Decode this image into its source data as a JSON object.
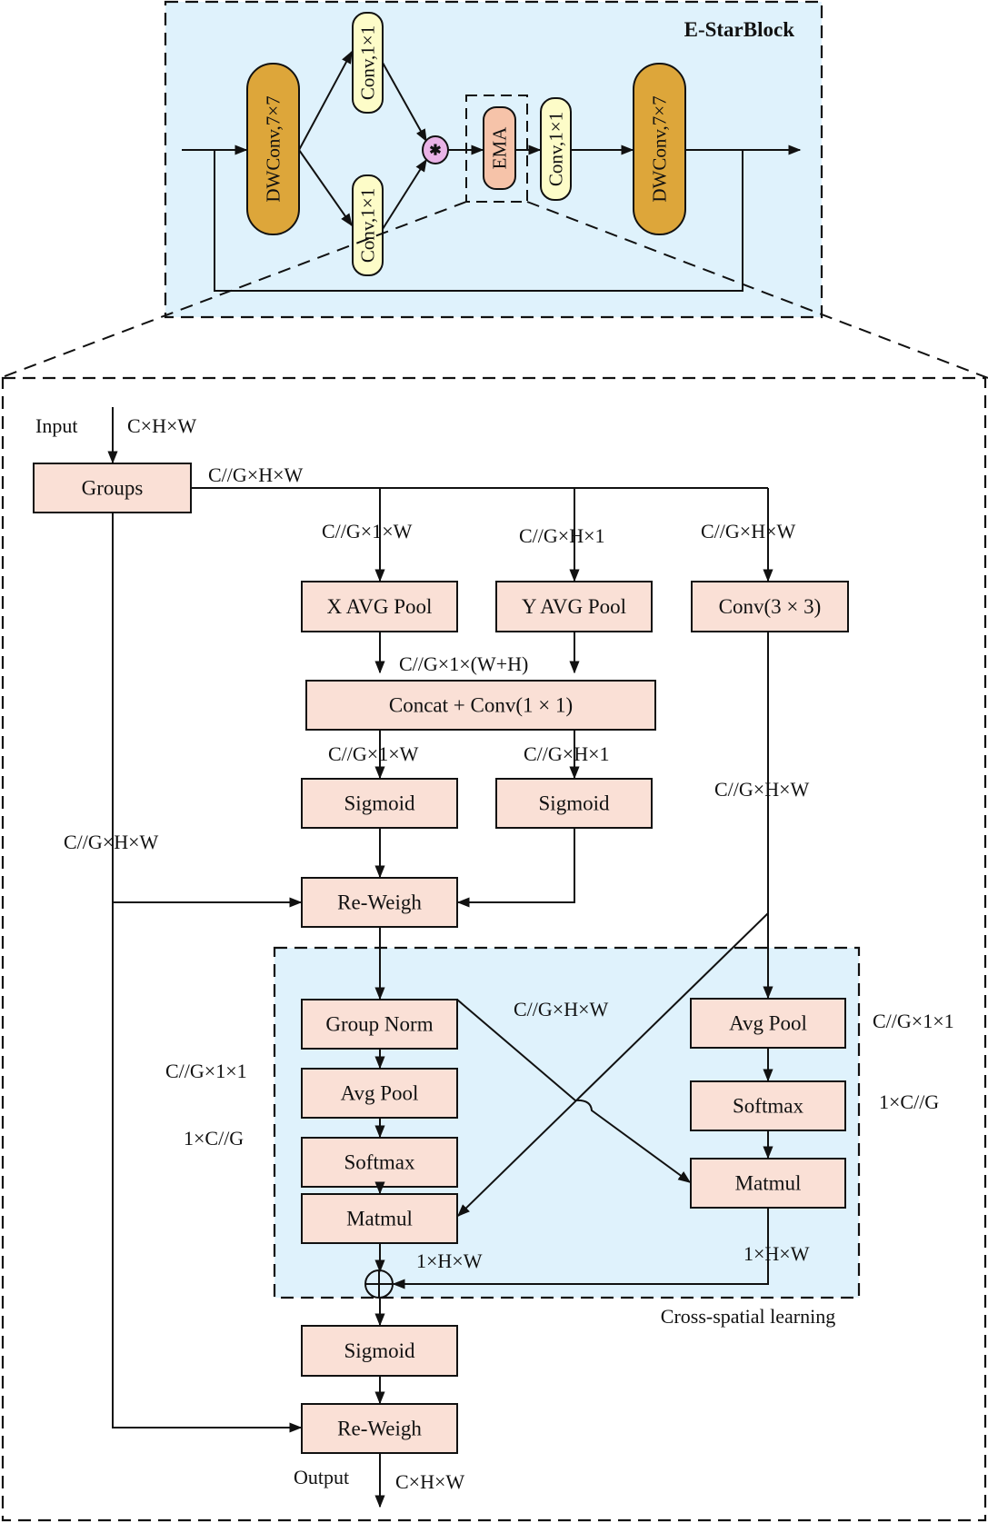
{
  "colors": {
    "panel_bg": "#dff2fc",
    "box_fill": "#fae0d6",
    "dwconv_fill": "#dda63a",
    "conv_fill": "#fdfcc8",
    "ema_fill": "#f6c3a9",
    "star_fill": "#e9b3e6",
    "stroke": "#111111"
  },
  "estar": {
    "title": "E-StarBlock",
    "dwconv1": "DWConv,7×7",
    "conv_top": "Conv,1×1",
    "conv_bottom": "Conv,1×1",
    "star_symbol": "✱",
    "ema": "EMA",
    "conv_after": "Conv,1×1",
    "dwconv2": "DWConv,7×7"
  },
  "ema": {
    "input_label": "Input",
    "input_dims": "C×H×W",
    "groups": "Groups",
    "groups_out_dims": "C//G×H×W",
    "x_branch_dims": "C//G×1×W",
    "y_branch_dims": "C//G×H×1",
    "conv_branch_dims": "C//G×H×W",
    "x_avg_pool": "X AVG Pool",
    "y_avg_pool": "Y AVG Pool",
    "conv3x3": "Conv(3 × 3)",
    "concat_dims": "C//G×1×(W+H)",
    "concat_conv": "Concat + Conv(1 × 1)",
    "split_x_dims": "C//G×1×W",
    "split_y_dims": "C//G×H×1",
    "sigmoid_x": "Sigmoid",
    "sigmoid_y": "Sigmoid",
    "conv_out_dims": "C//G×H×W",
    "skip_dims": "C//G×H×W",
    "reweigh1": "Re-Weigh",
    "cross": {
      "label": "Cross-spatial learning",
      "group_norm": "Group Norm",
      "gn_out_dims": "C//G×H×W",
      "left_avg_pool": "Avg Pool",
      "left_pool_dims": "C//G×1×1",
      "left_softmax": "Softmax",
      "left_softmax_dims": "1×C//G",
      "left_matmul": "Matmul",
      "left_matmul_dims": "1×H×W",
      "right_avg_pool": "Avg Pool",
      "right_pool_dims": "C//G×1×1",
      "right_softmax": "Softmax",
      "right_softmax_dims": "1×C//G",
      "right_matmul": "Matmul",
      "right_matmul_dims": "1×H×W",
      "add_symbol": "⊕"
    },
    "sigmoid_final": "Sigmoid",
    "reweigh2": "Re-Weigh",
    "output_label": "Output",
    "output_dims": "C×H×W"
  }
}
